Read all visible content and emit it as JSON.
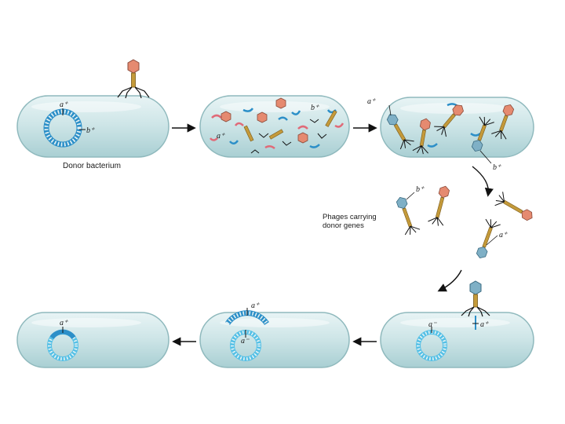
{
  "labels": {
    "donor_bacterium": "Donor bacterium",
    "phages_carrying_line1": "Phages carrying",
    "phages_carrying_line2": "donor genes"
  },
  "genes": {
    "a_plus": "a⁺",
    "b_plus": "b⁺",
    "a_minus": "a⁻",
    "recombinant_plus": "a⁺"
  },
  "colors": {
    "cell_fill": "#cfe6e8",
    "cell_edge": "#8fb9bd",
    "chromosome": "#2c8fc8",
    "chromosome_light": "#55c0e6",
    "phage_head": "#e58a70",
    "phage_tail": "#c49a3a",
    "phage_legs": "#111111",
    "dna_red": "#e06a78",
    "dna_blue": "#2c8fc8"
  }
}
